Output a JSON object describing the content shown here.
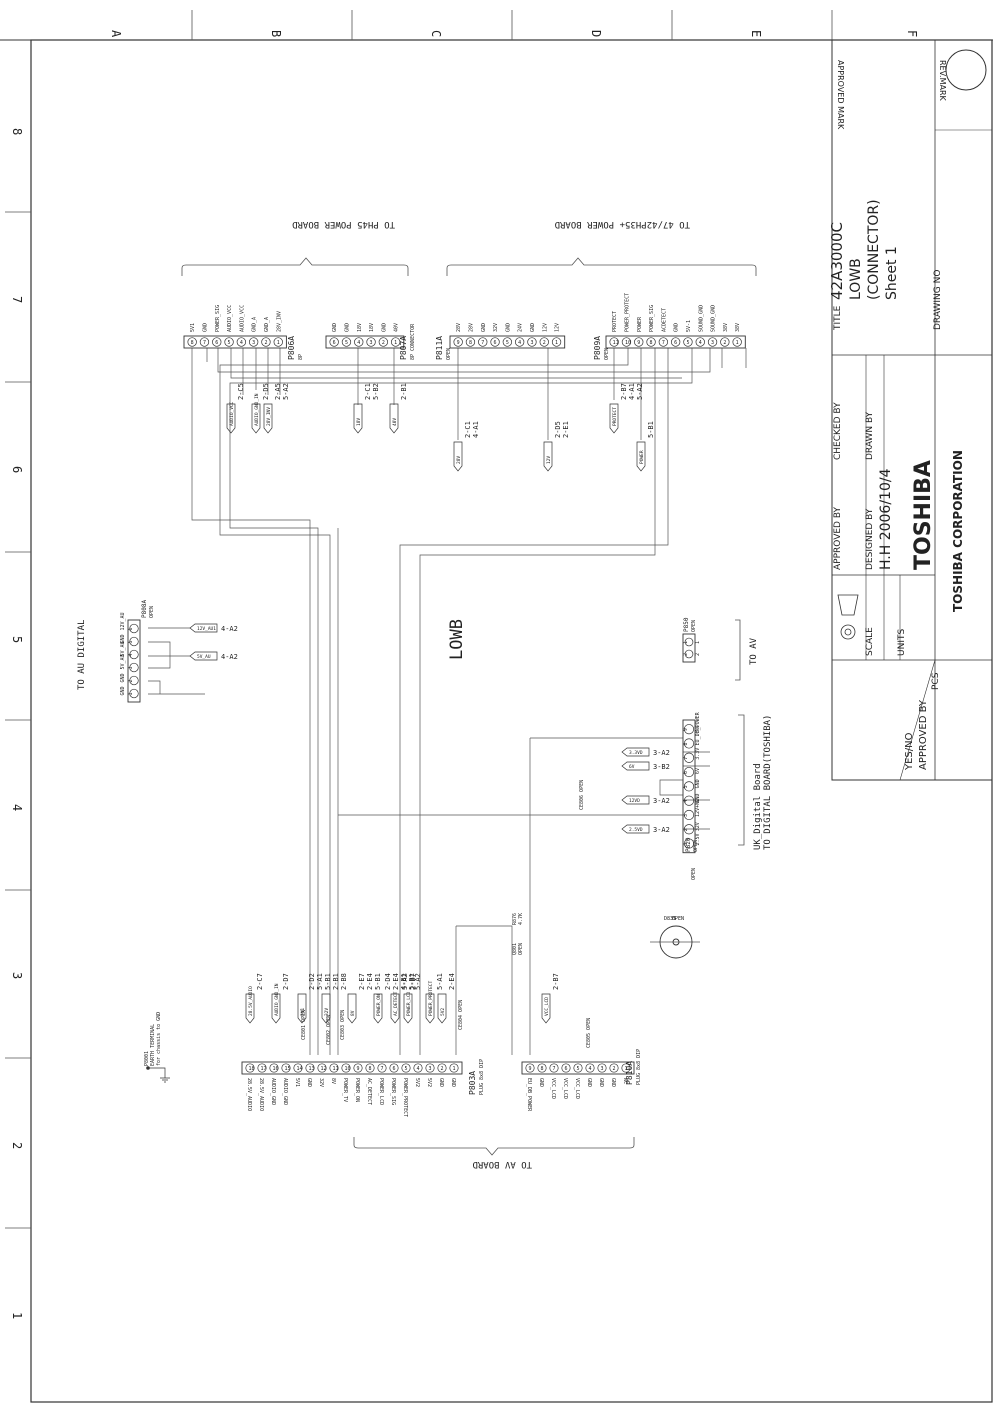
{
  "grid": {
    "columns": [
      "A",
      "B",
      "C",
      "D",
      "E",
      "F"
    ],
    "rows": [
      "8",
      "7",
      "6",
      "5",
      "4",
      "3",
      "2",
      "1"
    ]
  },
  "title_block": {
    "approved_mark_label": "APPROVED MARK",
    "rev_mark_label": "REV.MARK",
    "title_label": "TITLE",
    "title_model": "42A3000C",
    "title_board": "LOWB",
    "title_sub": "(CONNECTOR)",
    "title_sheet": "Sheet 1",
    "drawing_no_label": "DRAWING NO",
    "checked_by_label": "CHECKED BY",
    "drawn_by_label": "DRAWN BY",
    "approved_by_label": "APPROVED BY",
    "designed_by_label": "DESIGNED BY",
    "designed_by_value": "H.H 2006/10/4",
    "scale_label": "SCALE",
    "units_label": "UNITS",
    "pcs_label": "PCS",
    "yes_no_label": "YES/NO",
    "approved_by_label_2": "APPROVED BY",
    "company_logo": "TOSHIBA",
    "company_name": "TOSHIBA CORPORATION"
  },
  "board_label": "LOWB",
  "brace_labels": {
    "top_left": "TO PH45 POWER BOARD",
    "top_right": "TO 47/42PH35+ POWER BOARD",
    "bottom": "TO AV BOARD",
    "left": "TO AU DIGITAL",
    "av": "TO AV",
    "digital_1": "UK_Digital Board",
    "digital_2": "TO DIGITAL BOARD(TOSHIBA)"
  },
  "connectors": {
    "p806a": {
      "name": "P806A",
      "sub": "8P",
      "pins": [
        "5V1",
        "GND",
        "POWER_SIG",
        "AUDIO_VCC",
        "AUDIO_VCC",
        "GND_A",
        "GND_A",
        "28V_INV"
      ]
    },
    "p807a": {
      "name": "P807A",
      "sub": "8P CONNECTOR",
      "pins": [
        "GND",
        "GND",
        "18V",
        "18V",
        "GND",
        "40V"
      ]
    },
    "p811a": {
      "name": "P811A",
      "sub": "OPEN",
      "pins": [
        "28V",
        "28V",
        "GND",
        "32V",
        "GND",
        "24V",
        "GND",
        "12V",
        "12V"
      ]
    },
    "p809a": {
      "name": "P809A",
      "sub": "OPEN",
      "pins": [
        "PROTECT",
        "POWER_PROTECT",
        "POWER",
        "POWER_SIG",
        "ACDETECT",
        "GND",
        "5V-1",
        "SOUND_GND",
        "SOUND_GND",
        "38V",
        "38V"
      ]
    },
    "p808a": {
      "name": "P808A",
      "sub": "OPEN",
      "pins": [
        "12V_AU",
        "GND",
        "5V_AU",
        "5V_AU",
        "GND",
        "GND"
      ]
    },
    "p803a": {
      "name": "P803A",
      "sub": "PLUG 8x8 DIP",
      "pins": [
        "28.5V_AUDIO",
        "28.5V_AUDIO",
        "AUDIO_GND",
        "AUDIO_GND",
        "5V1",
        "GND",
        "32V",
        "8V",
        "POWER_TV",
        "POWER_ON",
        "AC_DETECT",
        "POWER_LCD",
        "POWER_SIG",
        "POWER_PROTECT",
        "5V2",
        "5V2",
        "GND",
        "GND"
      ]
    },
    "p810a": {
      "name": "P810A",
      "sub": "PLUG 8x8 DIP",
      "pins": [
        "EU_DB_POWER",
        "GND",
        "VCC_LCD",
        "VCC_LCD",
        "VCC_LCD",
        "GND",
        "GND",
        "GND",
        "NC"
      ]
    },
    "p820": {
      "name": "P820",
      "sub": "OPEN",
      "pins": [
        "NC",
        "EU_DB_POWER",
        "3.3V",
        "6V",
        "GND",
        "GND",
        "12V+NC",
        "32V",
        "2.5V"
      ]
    },
    "p850": {
      "name": "P850",
      "sub": "OPEN",
      "pins": [
        "1",
        "2"
      ]
    },
    "p8001": {
      "name": "P8001",
      "sub": "EARTH TERMINAL",
      "note": "for chassis to GND"
    }
  },
  "p820_tags": [
    {
      "tag": "3.3VD",
      "ref": "3-A2"
    },
    {
      "tag": "6V",
      "ref": "3-B2"
    },
    {
      "tag": "12VD",
      "ref": "3-A2"
    },
    {
      "tag": "2.5VD",
      "ref": "3-A2"
    }
  ],
  "p808a_tags": [
    {
      "tag": "12V_AU1",
      "ref": "4-A2"
    },
    {
      "tag": "5V_AU",
      "ref": "4-A2"
    }
  ],
  "top_tags": [
    {
      "tag": "AUDIO_VCC",
      "ref": "2-C5"
    },
    {
      "tag": "AUDIO_GND_IN",
      "ref": "2-D5"
    },
    {
      "tag": "28V_INV",
      "ref": "2-A5 5-A2"
    },
    {
      "tag": "18V",
      "ref": "2-C1 5-B2"
    },
    {
      "tag": "40V",
      "ref": "2-B1"
    },
    {
      "tag": "28V",
      "ref": "2-C1 4-A1"
    },
    {
      "tag": "12V",
      "ref": "2-D5 2-E1"
    },
    {
      "tag": "PROTECT",
      "ref": "2-B7 4-A1 5-A2"
    },
    {
      "tag": "POWER",
      "ref": "5-B1"
    }
  ],
  "bottom_tags": [
    {
      "tag": "28.5V_AUDIO",
      "ref": "2-C7"
    },
    {
      "tag": "AUDIO_GND_IN",
      "ref": "2-D7"
    },
    {
      "tag": "5V1",
      "ref": "2-D2 5-A1 5-B1"
    },
    {
      "tag": "32V",
      "ref": "2-B1 2-B8"
    },
    {
      "tag": "8V",
      "ref": "2-E7 2-E4 5-B1"
    },
    {
      "tag": "POWER_ON",
      "ref": "2-D4 2-E4 4-B1 5-B1"
    },
    {
      "tag": "AC_DETECT",
      "ref": "5-A2 2-B7"
    },
    {
      "tag": "POWER_LCD",
      "ref": "5-A2"
    },
    {
      "tag": "POWER_PROTECT",
      "ref": "5-A1"
    },
    {
      "tag": "5V2",
      "ref": "2-E4"
    },
    {
      "tag": "VCC_LCD",
      "ref": "2-B7"
    }
  ],
  "parts": {
    "q801": "Q801",
    "q801_sub": "OPEN",
    "r876": "R876",
    "r876_val": "4.7K",
    "d835": "D835",
    "d835_sub": "OPEN",
    "ce": [
      "CE806 OPEN",
      "CE804 OPEN",
      "CE803 OPEN",
      "CE802 OPEN",
      "CE805 OPEN",
      "CE801 OPEN"
    ],
    "p820_sub_left": "OPEN"
  }
}
